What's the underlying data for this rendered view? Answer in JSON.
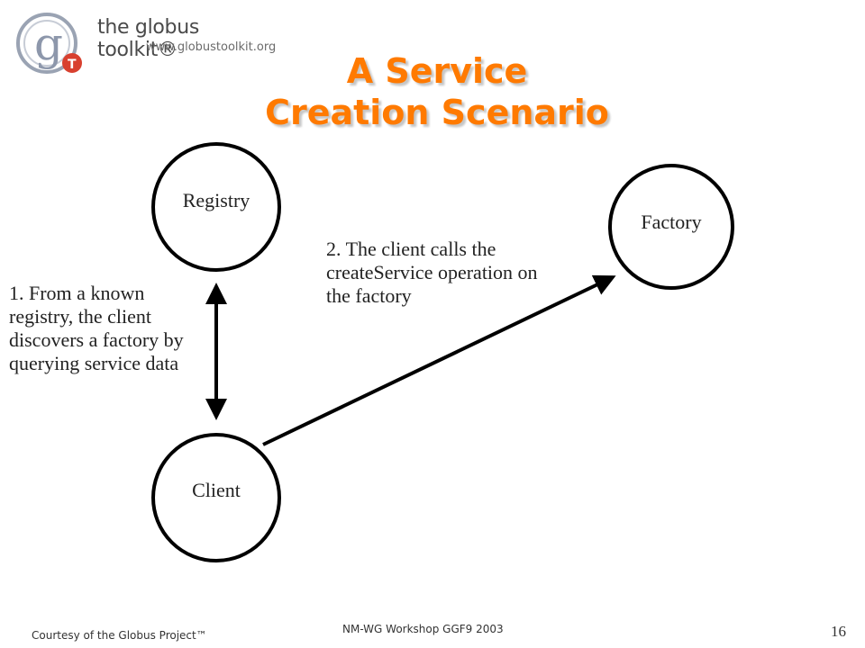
{
  "logo": {
    "wordmark": "the globus toolkit®",
    "url": "www.globustoolkit.org",
    "g_letter": "g",
    "t_letter": "T"
  },
  "slide": {
    "title_line1": "A Service",
    "title_line2": "Creation Scenario"
  },
  "diagram": {
    "nodes": {
      "registry": "Registry",
      "factory": "Factory",
      "client": "Client"
    },
    "notes": {
      "step1": "1. From a known registry, the client discovers a factory by querying service data",
      "step2": "2. The client calls the createService operation on the factory"
    }
  },
  "footer": {
    "courtesy": "Courtesy of the Globus Project™",
    "workshop": "NM-WG Workshop  GGF9 2003",
    "page_number": "16"
  }
}
